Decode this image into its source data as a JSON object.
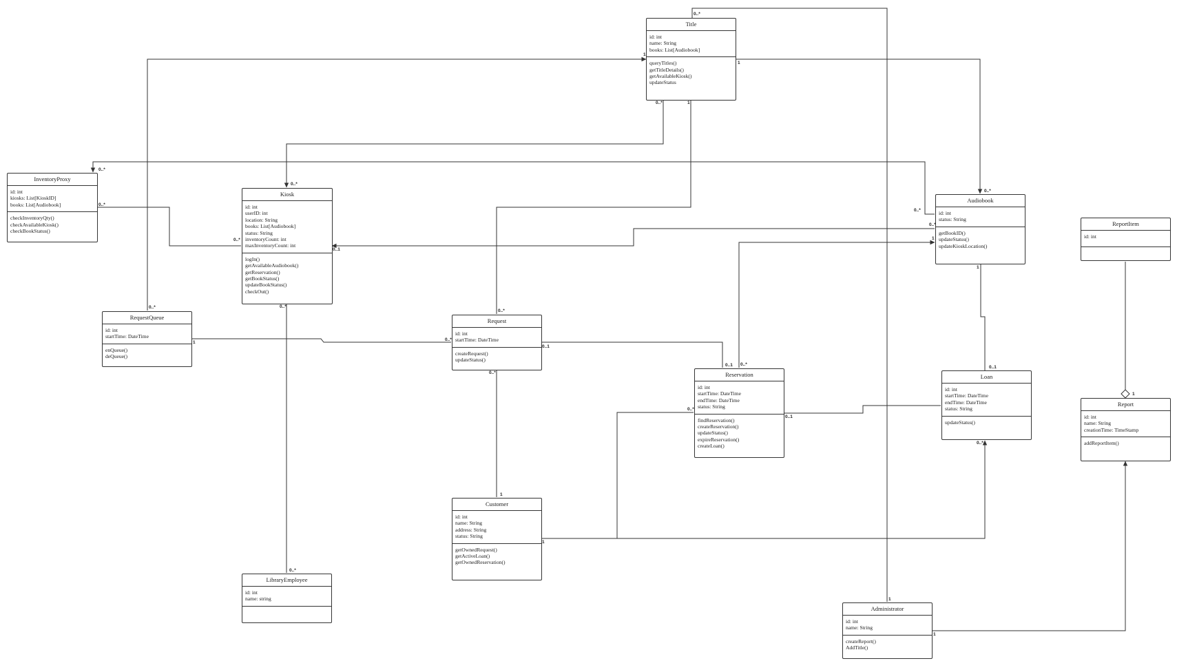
{
  "classes": [
    {
      "id": "title",
      "name": "Title",
      "attrs": [
        "id: int",
        "name: String",
        "books: List[Audiobook]"
      ],
      "methods": [
        "queryTitles()",
        "getTitleDetails()",
        "getAvailableKiosk()",
        "updateStatus"
      ]
    },
    {
      "id": "inventory-proxy",
      "name": "InventoryProxy",
      "attrs": [
        "id: int",
        "kiosks: List[KioskID]",
        "books: List[Audiobook]"
      ],
      "methods": [
        "checkInventoryQty()",
        "checkAvailableKiosk()",
        "checkBookStatus()"
      ]
    },
    {
      "id": "kiosk",
      "name": "Kiosk",
      "attrs": [
        "id: int",
        "userID: int",
        "location: String",
        "books: List[Audiobook]",
        "status: String",
        "inventoryCount: int",
        "maxInventoryCount: int"
      ],
      "methods": [
        "logIn()",
        "getAvailableAudiobook()",
        "getReservation()",
        "getBookStatus()",
        "updateBookStatus()",
        "checkOut()"
      ]
    },
    {
      "id": "audiobook",
      "name": "Audiobook",
      "attrs": [
        "id: int",
        "status: String"
      ],
      "methods": [
        "getBookID()",
        "updateStatus()",
        "updateKioskLocation()"
      ]
    },
    {
      "id": "report-item",
      "name": "ReportItem",
      "attrs": [
        "id: int"
      ],
      "methods": []
    },
    {
      "id": "request-queue",
      "name": "RequestQueue",
      "attrs": [
        "id: int",
        "startTime: DateTime"
      ],
      "methods": [
        "enQueue()",
        "deQueue()"
      ]
    },
    {
      "id": "request",
      "name": "Request",
      "attrs": [
        "id: int",
        "startTime: DateTime"
      ],
      "methods": [
        "createRequest()",
        "updateStatus()"
      ]
    },
    {
      "id": "reservation",
      "name": "Reservation",
      "attrs": [
        "id: int",
        "startTime: DateTime",
        "endTime: DateTime",
        "status: String"
      ],
      "methods": [
        "findReservation()",
        "createReservation()",
        "updateStatus()",
        "expireReservation()",
        "createLoan()"
      ]
    },
    {
      "id": "loan",
      "name": "Loan",
      "attrs": [
        "id: int",
        "startTime: DateTime",
        "endTime: DateTime",
        "status: String"
      ],
      "methods": [
        "updateStatus()"
      ]
    },
    {
      "id": "report",
      "name": "Report",
      "attrs": [
        "id: int",
        "name: String",
        "creationTime: TimeStamp"
      ],
      "methods": [
        "addReportItem()"
      ]
    },
    {
      "id": "customer",
      "name": "Customer",
      "attrs": [
        "id: int",
        "name: String",
        "address: String",
        "status: String"
      ],
      "methods": [
        "getOwnedRequest()",
        "getActiveLoan()",
        "getOwnedReservation()"
      ]
    },
    {
      "id": "library-employee",
      "name": "LibraryEmployee",
      "attrs": [
        "id: int",
        "name: string"
      ],
      "methods": []
    },
    {
      "id": "administrator",
      "name": "Administrator",
      "attrs": [
        "id: int",
        "name: String"
      ],
      "methods": [
        "createReport()",
        "AddTitle()"
      ]
    }
  ],
  "multiplicities": [
    "0..*",
    "1",
    "1",
    "0..*",
    "1",
    "0..*",
    "0..*",
    "0..*",
    "0..1",
    "0..*",
    "0..*",
    "1",
    "0..*",
    "0..*",
    "0..*",
    "1",
    "1",
    "0..*",
    "0..1",
    "0..*",
    "0..1",
    "0..*",
    "0..*",
    "1",
    "0..*",
    "1",
    "0..*",
    "0..1",
    "0..1",
    "0..*",
    "1",
    "0..*",
    "1",
    "1"
  ],
  "colors": {
    "line": "#333333",
    "box_border": "#333333",
    "background": "#ffffff"
  }
}
